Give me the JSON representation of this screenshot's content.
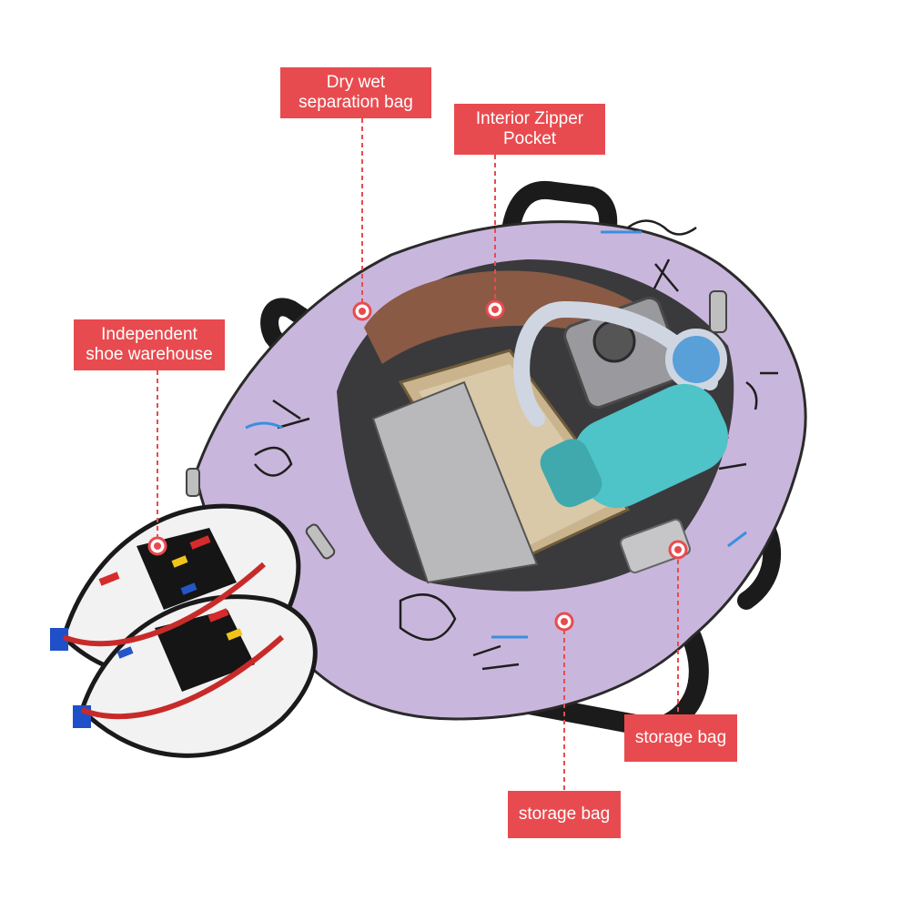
{
  "labels": {
    "dry_wet": "Dry wet separation bag",
    "interior_zipper": "Interior Zipper Pocket",
    "shoe_warehouse": "Independent shoe warehouse",
    "storage_right": "storage bag",
    "storage_bottom": "storage bag"
  },
  "colors": {
    "callout": "#e84b4f",
    "leader": "#e84b4f",
    "bag_body": "#c9b6dc",
    "strap": "#1a1a1a",
    "bottle": "#4ec3c8"
  }
}
